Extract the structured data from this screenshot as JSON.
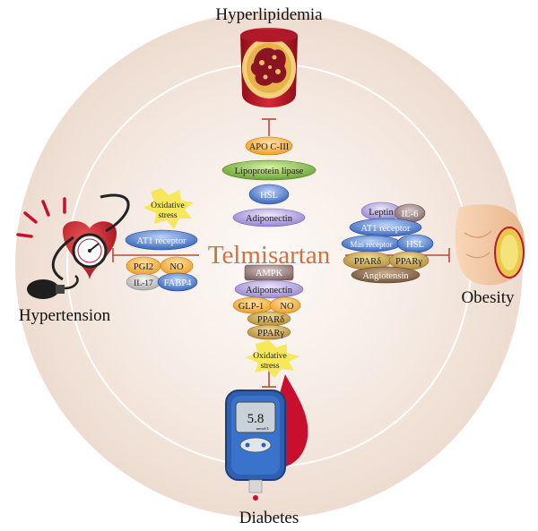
{
  "center": {
    "title": "Telmisartan"
  },
  "conditions": {
    "top": "Hyperlipidemia",
    "left": "Hypertension",
    "right": "Obesity",
    "bottom": "Diabetes"
  },
  "top_branch": {
    "nodes": [
      "APO C-III",
      "Lipoprotein lipase",
      "HSL",
      "Adiponectin"
    ]
  },
  "left_branch": {
    "stress": "Oxidative stress",
    "nodes": [
      "AT1 receptor",
      "PGI2",
      "NO",
      "IL-17",
      "FABP4"
    ]
  },
  "right_branch": {
    "nodes": [
      "Leptin",
      "IL-6",
      "AT1 receptor",
      "Mas receptor",
      "HSL",
      "PPARδ",
      "PPARγ",
      "Angiotensin"
    ]
  },
  "bottom_branch": {
    "nodes": [
      "AMPK",
      "Adiponectin",
      "GLP-1",
      "NO",
      "PPARδ",
      "PPARγ"
    ],
    "stress": "Oxidative stress"
  },
  "glucometer": {
    "reading": "5.8",
    "unit": "mmol/L"
  },
  "colors": {
    "circle_fill": "#f3e6dd",
    "title": "#d2703f",
    "blood_red": "#c8102e",
    "inhibit_line": "#b84a3a",
    "orange_oval": "#f2a833",
    "green_oval": "#79b83a",
    "blue_oval": "#3d6fc9",
    "lavender_oval": "#a796d6",
    "mauve_oval": "#8f7878",
    "gray_oval": "#c9c9c9",
    "olive_oval": "#c4a04a",
    "brown_oval": "#806244",
    "stress_yellow": "#f6e54a"
  }
}
